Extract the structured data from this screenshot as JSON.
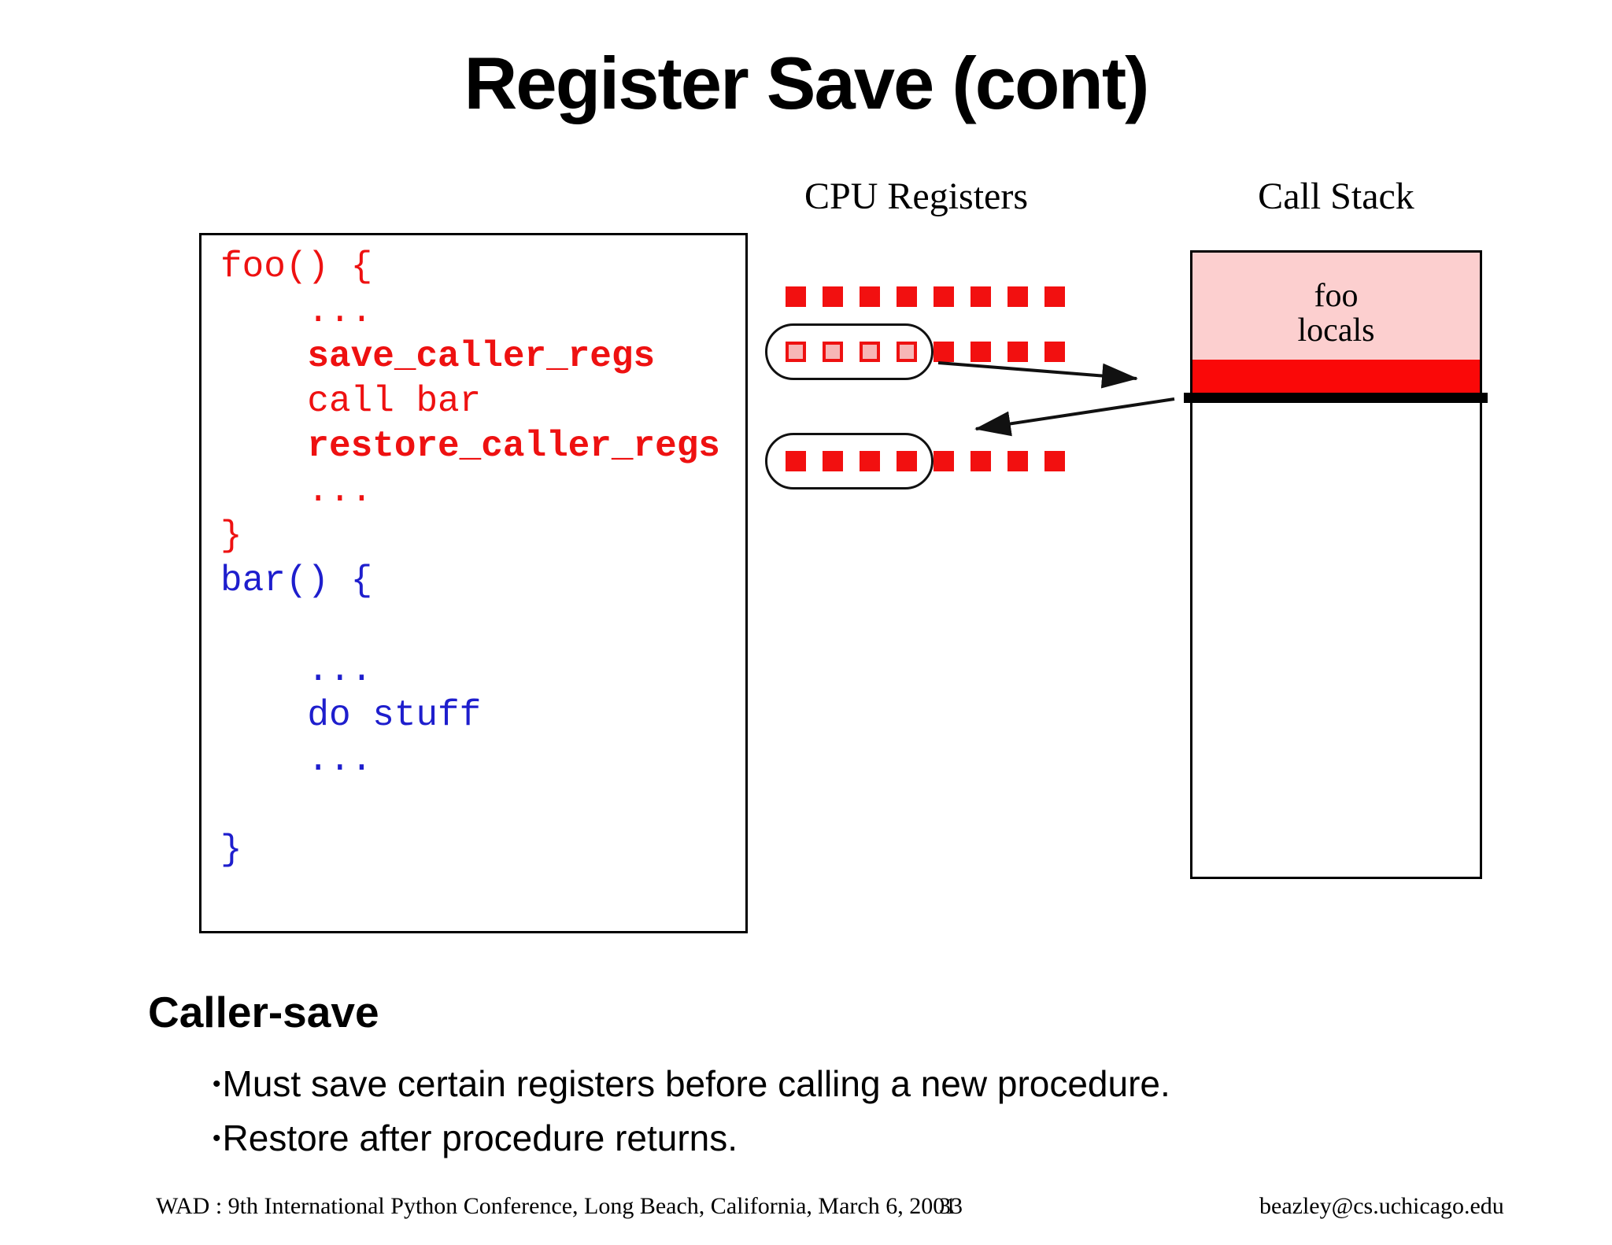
{
  "slide": {
    "title": "Register Save (cont)",
    "labels": {
      "cpu_registers": "CPU Registers",
      "call_stack": "Call Stack"
    },
    "code": {
      "lines": [
        {
          "text": "foo() {",
          "color": "red",
          "bold": false
        },
        {
          "text": "    ...",
          "color": "red",
          "bold": false
        },
        {
          "text": "    save_caller_regs",
          "color": "red",
          "bold": true
        },
        {
          "text": "    call bar",
          "color": "red",
          "bold": false
        },
        {
          "text": "    restore_caller_regs",
          "color": "red",
          "bold": true
        },
        {
          "text": "    ...",
          "color": "red",
          "bold": false
        },
        {
          "text": "}",
          "color": "red",
          "bold": false
        },
        {
          "text": "bar() {",
          "color": "blue",
          "bold": false
        },
        {
          "text": "",
          "color": "blue",
          "bold": false
        },
        {
          "text": "    ...",
          "color": "blue",
          "bold": false
        },
        {
          "text": "    do stuff",
          "color": "blue",
          "bold": false
        },
        {
          "text": "    ...",
          "color": "blue",
          "bold": false
        },
        {
          "text": "",
          "color": "blue",
          "bold": false
        },
        {
          "text": "}",
          "color": "blue",
          "bold": false
        }
      ]
    },
    "registers": {
      "rows": [
        {
          "cells": [
            "live",
            "live",
            "live",
            "live",
            "live",
            "live",
            "live",
            "live"
          ],
          "circled": false
        },
        {
          "cells": [
            "saved",
            "saved",
            "saved",
            "saved",
            "live",
            "live",
            "live",
            "live"
          ],
          "circled": true
        },
        {
          "cells": [
            "live",
            "live",
            "live",
            "live",
            "live",
            "live",
            "live",
            "live"
          ],
          "circled": true
        }
      ]
    },
    "stack": {
      "frame_label_line1": "foo",
      "frame_label_line2": "locals"
    },
    "body": {
      "heading": "Caller-save",
      "bullet_char": "•",
      "bullets": [
        "Must save certain registers before calling a new procedure.",
        "Restore after procedure returns."
      ]
    },
    "footer": {
      "left": "WAD : 9th International Python Conference, Long Beach, California, March 6, 2001",
      "page": "33",
      "right": "beazley@cs.uchicago.edu"
    },
    "colors": {
      "code_red": "#ee1111",
      "code_blue": "#1e1ecd",
      "square_red": "#f21010",
      "square_saved_fill": "#f7b6b6",
      "square_saved_border": "#ee1111",
      "stack_pink": "#fccfcf",
      "stack_red": "#fa0808"
    }
  }
}
